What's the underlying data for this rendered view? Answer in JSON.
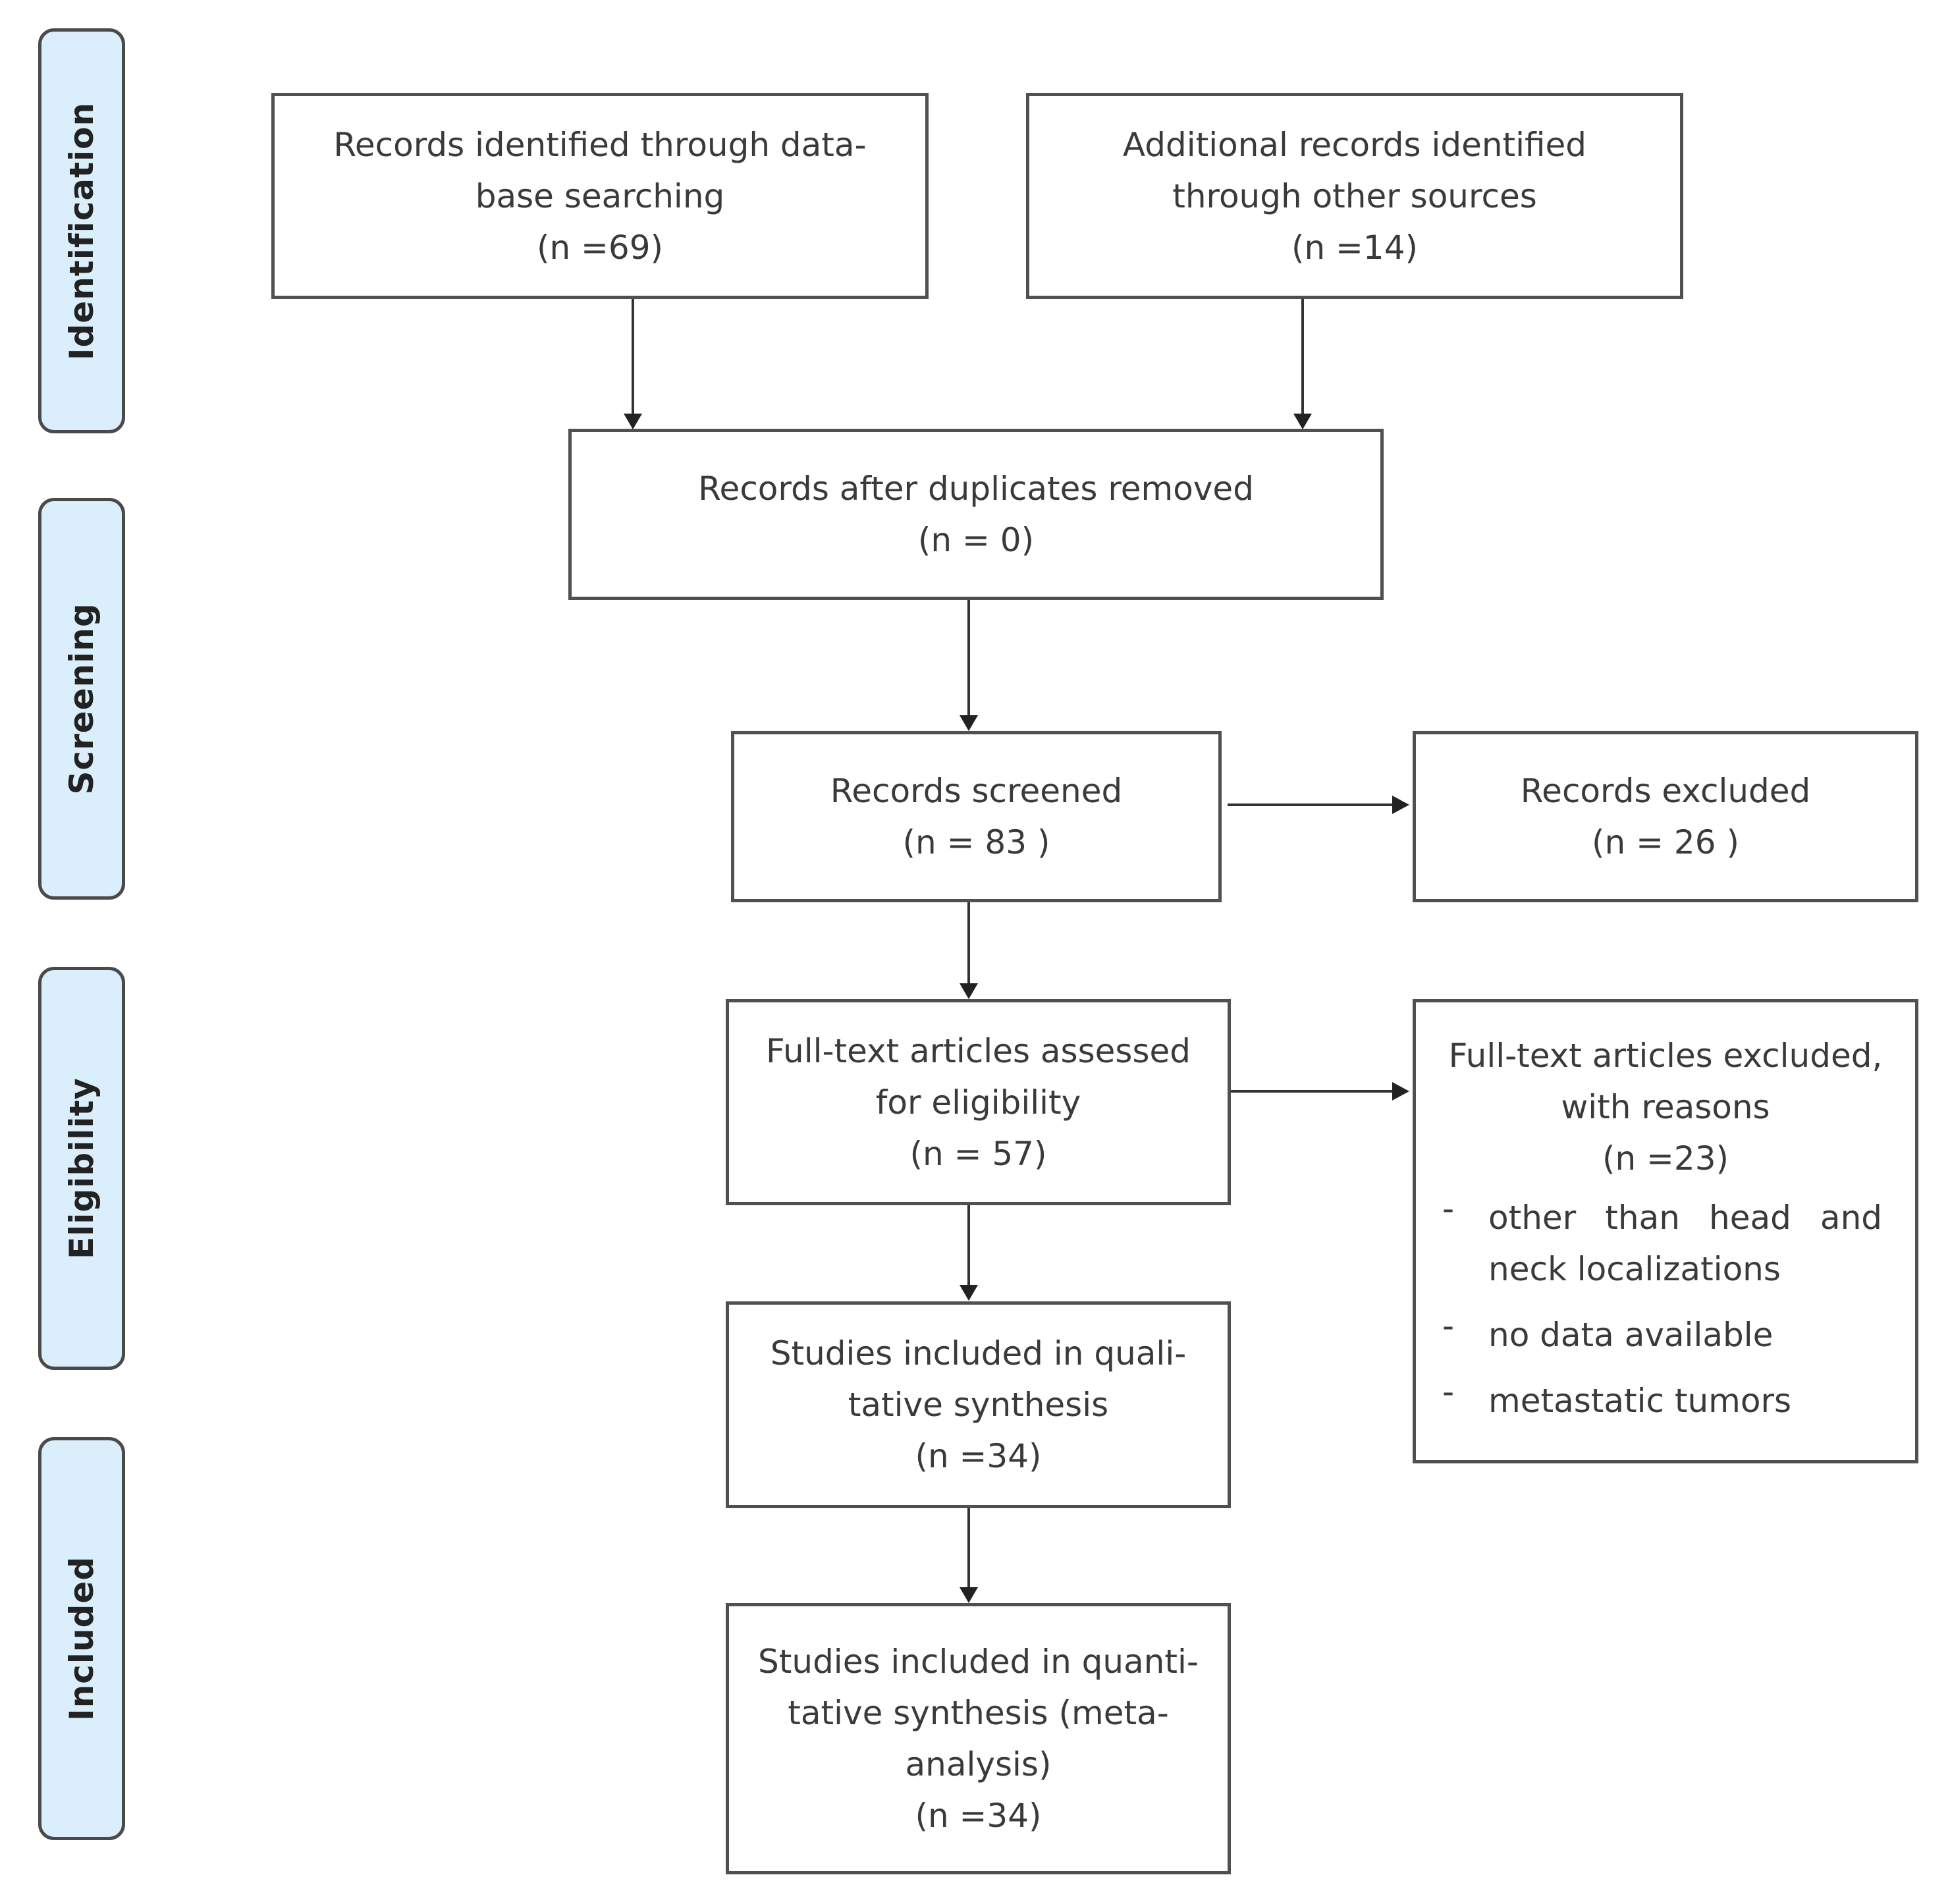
{
  "stages": {
    "identification": "Identification",
    "screening": "Screening",
    "eligibility": "Eligibility",
    "included": "Included"
  },
  "boxes": {
    "database": {
      "lines": [
        "Records identified through data-",
        "base searching",
        "(n =69)"
      ]
    },
    "other_sources": {
      "lines": [
        "Additional records identified",
        "through other sources",
        "(n =14)"
      ]
    },
    "duplicates_removed": {
      "lines": [
        "Records after duplicates removed",
        "(n = 0)"
      ]
    },
    "screened": {
      "lines": [
        "Records screened",
        "(n = 83 )"
      ]
    },
    "excluded": {
      "lines": [
        "Records excluded",
        "(n = 26 )"
      ]
    },
    "fulltext_assessed": {
      "lines": [
        "Full-text articles assessed",
        "for eligibility",
        "(n = 57)"
      ]
    },
    "fulltext_excluded": {
      "lines": [
        "Full-text articles excluded,",
        "with reasons",
        "(n =23)"
      ],
      "reasons": [
        "other than head and neck localizations",
        "no data available",
        "metastatic tumors"
      ]
    },
    "qualitative": {
      "lines": [
        "Studies included in quali-",
        "tative synthesis",
        "(n =34)"
      ]
    },
    "quantitative": {
      "lines": [
        "Studies included in quanti-",
        "tative synthesis (meta-",
        "analysis)",
        "(n =34)"
      ]
    }
  },
  "counts": {
    "database_n": 69,
    "other_sources_n": 14,
    "duplicates_removed_n": 0,
    "screened_n": 83,
    "excluded_n": 26,
    "fulltext_assessed_n": 57,
    "fulltext_excluded_n": 23,
    "qualitative_n": 34,
    "quantitative_n": 34
  },
  "colors": {
    "stage_fill": "#dbeefb",
    "border": "#505050",
    "text": "#3a3a3a"
  }
}
